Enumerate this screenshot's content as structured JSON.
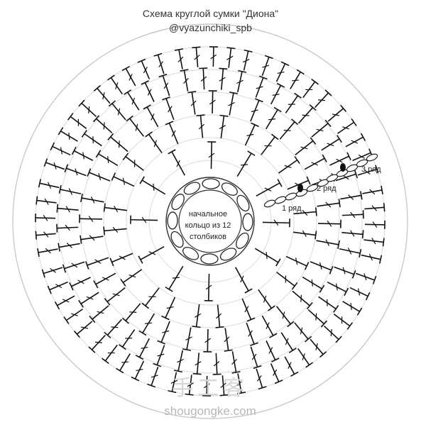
{
  "diagram": {
    "title": "Схема круглой сумки \"Диона\"",
    "author": "@vyazunchiki_spb",
    "center_label_lines": [
      "начальное",
      "кольцо из 12",
      "столбиков"
    ],
    "row_labels": [
      "1 ряд",
      "2 ряд",
      "3 ряд"
    ],
    "watermark_cn": "手工客",
    "watermark_url": "shougongke.com"
  }
}
